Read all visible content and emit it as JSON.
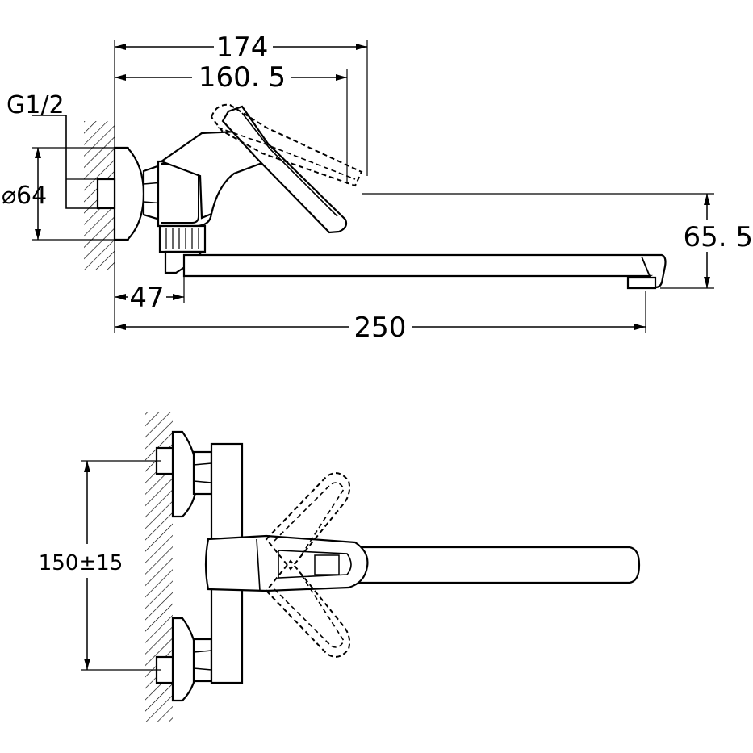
{
  "side_view": {
    "dimensions": {
      "d174": "174",
      "d160": "160. 5",
      "thread": "G1/2",
      "diameter": "⌀64",
      "h65": "65. 5",
      "d47": "47",
      "d250": "250"
    }
  },
  "top_view": {
    "dimensions": {
      "spacing": "150±15"
    }
  }
}
